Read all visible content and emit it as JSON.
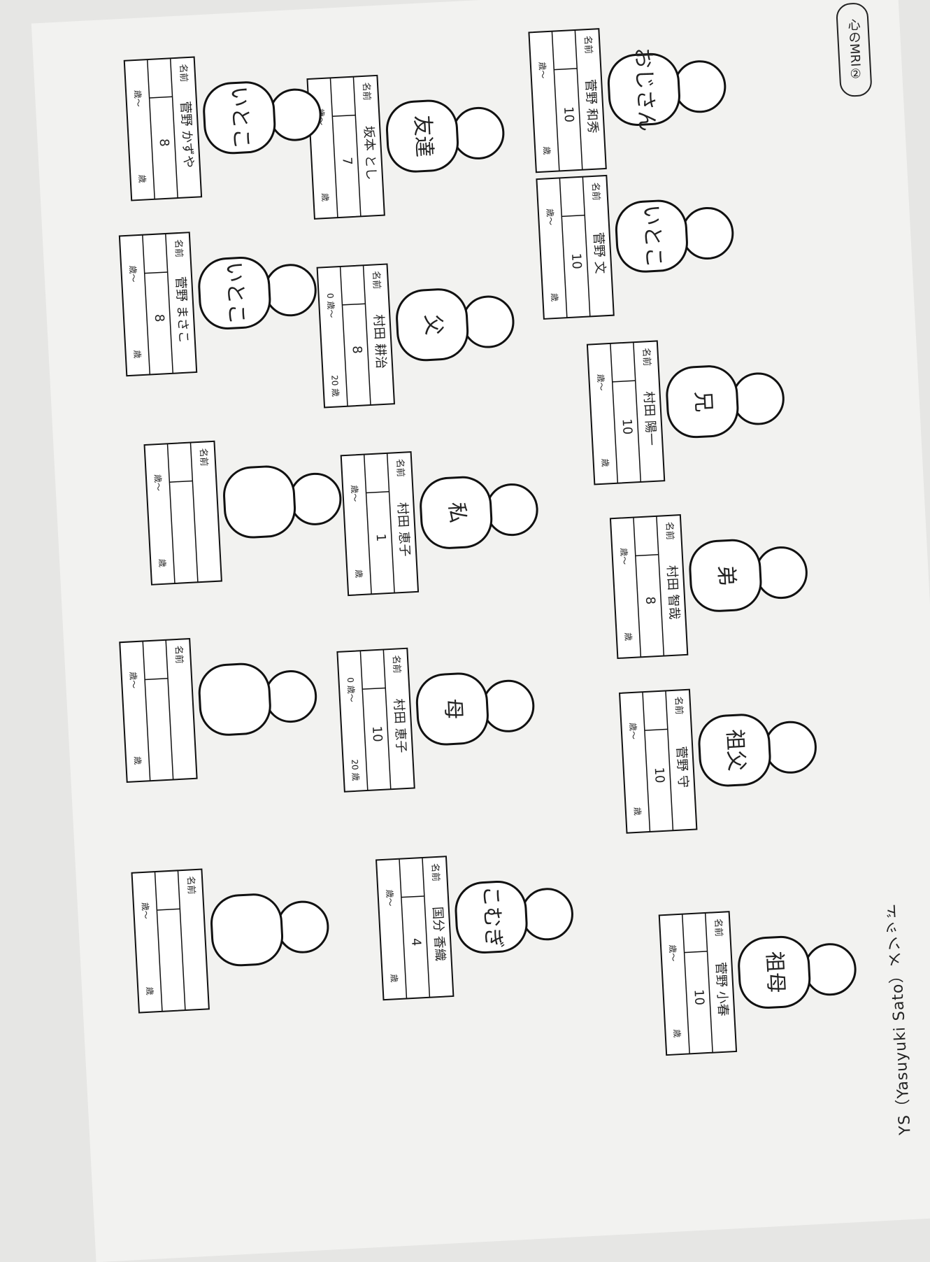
{
  "header": {
    "title": "心のMRI②"
  },
  "footer": {
    "text": "YS（Yasuyuki Sato）メソッド"
  },
  "labels": {
    "name": "名前",
    "age_from": "歳〜",
    "age_to": "歳"
  },
  "people": [
    {
      "id": "grandmother-mat",
      "figure": "祖母",
      "name": "菅野 小春",
      "value": "10",
      "from": "",
      "to": ""
    },
    {
      "id": "grandfather-mat",
      "figure": "祖父",
      "name": "菅野 守",
      "value": "10",
      "from": "",
      "to": ""
    },
    {
      "id": "younger-brother",
      "figure": "弟",
      "name": "村田 智哉",
      "value": "8",
      "from": "",
      "to": ""
    },
    {
      "id": "older-brother",
      "figure": "兄",
      "name": "村田 陽一",
      "value": "10",
      "from": "",
      "to": ""
    },
    {
      "id": "aunt-cousin",
      "figure": "いとこ",
      "name": "菅野 文",
      "value": "10",
      "from": "",
      "to": ""
    },
    {
      "id": "uncle-top",
      "figure": "おじさん",
      "name": "菅野 和秀",
      "value": "10",
      "from": "",
      "to": ""
    },
    {
      "id": "father",
      "figure": "父",
      "name": "村田 耕治",
      "value": "8",
      "from": "0",
      "to": "20"
    },
    {
      "id": "me",
      "figure": "私",
      "name": "村田 恵子",
      "value": "1",
      "from": "",
      "to": ""
    },
    {
      "id": "mother",
      "figure": "母",
      "name": "村田 恵子",
      "value": "10",
      "from": "0",
      "to": "20"
    },
    {
      "id": "friend-aoki",
      "figure": "こむぎ",
      "name": "国分 香織",
      "value": "4",
      "from": "",
      "to": ""
    },
    {
      "id": "friend-top",
      "figure": "友達",
      "name": "坂本 とし",
      "value": "7",
      "from": "",
      "to": ""
    },
    {
      "id": "cousin-left1",
      "figure": "いとこ",
      "name": "菅野 かずや",
      "value": "8",
      "from": "",
      "to": ""
    },
    {
      "id": "cousin-left2",
      "figure": "いとこ",
      "name": "菅野 まさこ",
      "value": "8",
      "from": "",
      "to": ""
    },
    {
      "id": "empty-1",
      "figure": "",
      "name": "",
      "value": "",
      "from": "",
      "to": ""
    },
    {
      "id": "empty-2",
      "figure": "",
      "name": "",
      "value": "",
      "from": "",
      "to": ""
    },
    {
      "id": "empty-3",
      "figure": "",
      "name": "",
      "value": "",
      "from": "",
      "to": ""
    }
  ]
}
